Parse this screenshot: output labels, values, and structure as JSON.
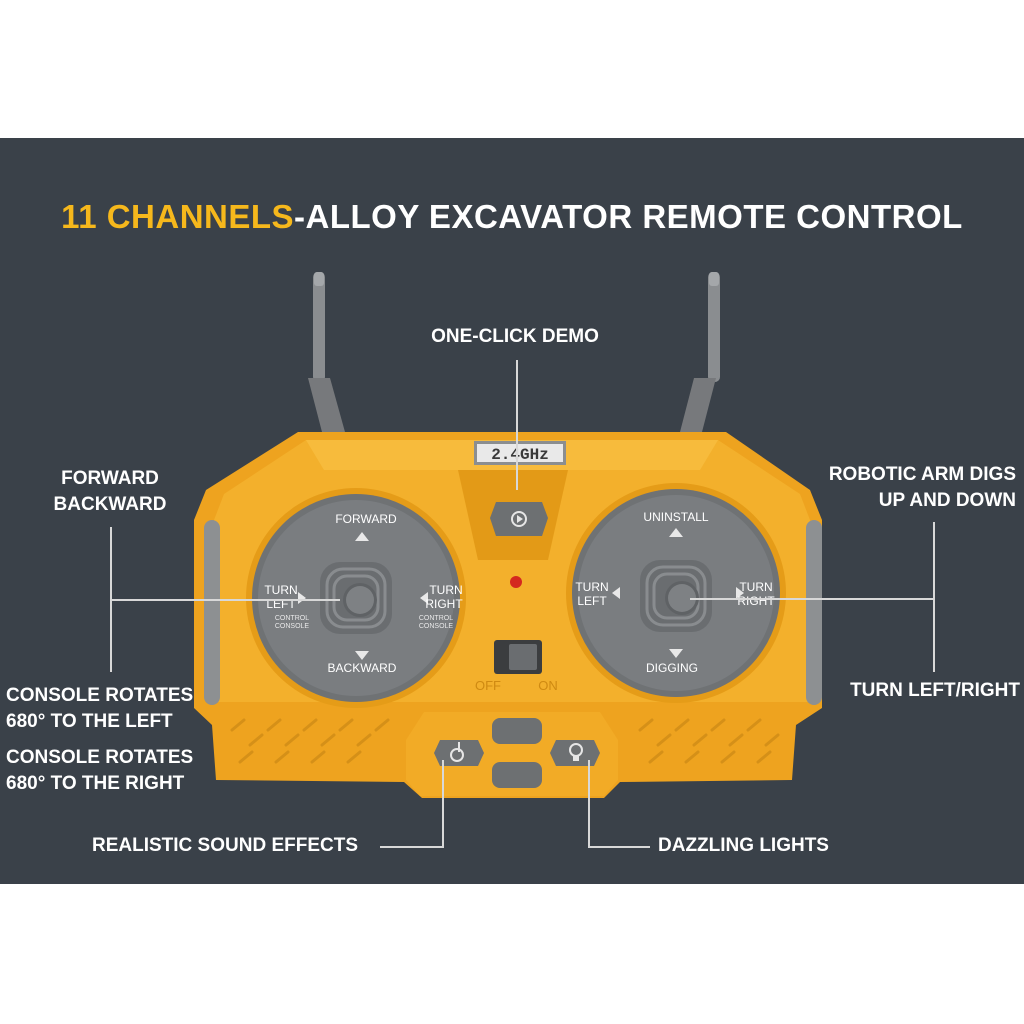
{
  "title": {
    "highlight": "11 CHANNELS",
    "rest": "-ALLOY EXCAVATOR REMOTE CONTROL"
  },
  "badge": "2.4GHz",
  "callouts": {
    "one_click_demo": "ONE-CLICK DEMO",
    "forward_backward_1": "FORWARD",
    "forward_backward_2": "BACKWARD",
    "robotic_arm_1": "ROBOTIC ARM DIGS",
    "robotic_arm_2": "UP AND DOWN",
    "console_left_1": "CONSOLE ROTATES",
    "console_left_2": "680° TO THE LEFT",
    "console_right_1": "CONSOLE ROTATES",
    "console_right_2": "680° TO THE RIGHT",
    "turn_left_right": "TURN LEFT/RIGHT",
    "sound_effects": "REALISTIC SOUND EFFECTS",
    "lights": "DAZZLING LIGHTS"
  },
  "left_dial": {
    "top": "FORWARD",
    "bottom": "BACKWARD",
    "left_1": "TURN",
    "left_2": "LEFT",
    "right_1": "TURN",
    "right_2": "RIGHT",
    "small_left_1": "CONTROL",
    "small_left_2": "CONSOLE",
    "small_right_1": "CONTROL",
    "small_right_2": "CONSOLE"
  },
  "right_dial": {
    "top": "UNINSTALL",
    "bottom": "DIGGING",
    "left_1": "TURN",
    "left_2": "LEFT",
    "right_1": "TURN",
    "right_2": "RIGHT"
  },
  "switch": {
    "off": "OFF",
    "on": "ON"
  },
  "colors": {
    "background": "#3a4149",
    "body": "#f0aa22",
    "accent": "#f6b81c",
    "dial": "#777a7c"
  }
}
